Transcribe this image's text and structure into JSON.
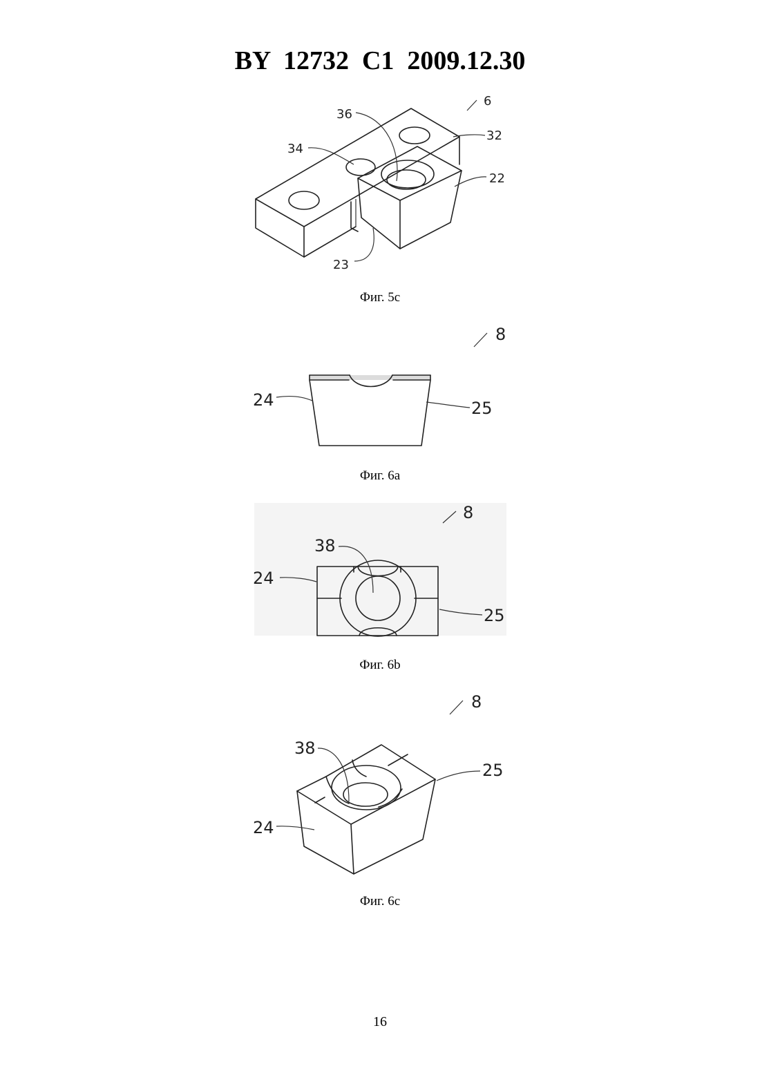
{
  "header": {
    "title": "BY  12732  C1  2009.12.30"
  },
  "figures": {
    "fig5c": {
      "caption": "Фиг. 5c",
      "labels": {
        "l6": "6",
        "l36": "36",
        "l32": "32",
        "l34": "34",
        "l22": "22",
        "l23": "23"
      }
    },
    "fig6a": {
      "caption": "Фиг. 6a",
      "labels": {
        "l8": "8",
        "l24": "24",
        "l25": "25"
      }
    },
    "fig6b": {
      "caption": "Фиг. 6b",
      "labels": {
        "l8": "8",
        "l38": "38",
        "l24": "24",
        "l25": "25"
      }
    },
    "fig6c": {
      "caption": "Фиг. 6c",
      "labels": {
        "l8": "8",
        "l38": "38",
        "l25": "25",
        "l24": "24"
      }
    }
  },
  "page": {
    "number": "16"
  }
}
